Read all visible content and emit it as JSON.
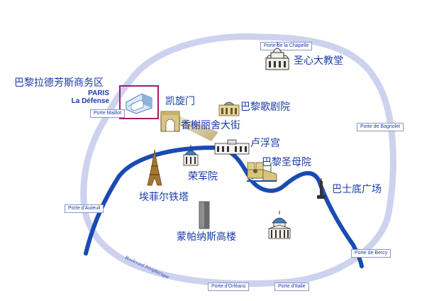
{
  "colors": {
    "ring": "#cdd2ee",
    "river": "#1a4bb3",
    "text": "#1a3aa6",
    "highlight": "#a21c6e"
  },
  "ring_road_label": "Boulevard Périphérique",
  "la_defense": {
    "label_cn": "巴黎拉德芳斯商务区",
    "line1": "PARIS",
    "line2": "La Défense"
  },
  "gates": [
    {
      "name": "Porte de la Chapelle",
      "icon": "sacre-coeur-icon"
    },
    {
      "name": "Porte Maillot"
    },
    {
      "name": "Porte de Bagnolet"
    },
    {
      "name": "Porte d'Auteuil"
    },
    {
      "name": "Porte de Bercy"
    },
    {
      "name": "Porte d'Orléans"
    },
    {
      "name": "Porte d'Italie"
    }
  ],
  "landmarks": [
    {
      "label": "圣心大教堂",
      "icon": "sacre-coeur-icon"
    },
    {
      "label": "凯旋门",
      "icon": "arc-de-triomphe-icon"
    },
    {
      "label": "巴黎歌剧院",
      "icon": "opera-garnier-icon"
    },
    {
      "label": "香榭丽舍大街",
      "icon": "champs-elysees-icon"
    },
    {
      "label": "卢浮宫",
      "icon": "louvre-icon"
    },
    {
      "label": "巴黎圣母院",
      "icon": "notre-dame-icon"
    },
    {
      "label": "荣军院",
      "icon": "invalides-icon"
    },
    {
      "label": "埃菲尔铁塔",
      "icon": "eiffel-tower-icon"
    },
    {
      "label": "巴士底广场",
      "icon": "bastille-column-icon"
    },
    {
      "label": "蒙帕纳斯高楼",
      "icon": "montparnasse-tower-icon"
    },
    {
      "label": "",
      "icon": "pantheon-icon"
    }
  ]
}
